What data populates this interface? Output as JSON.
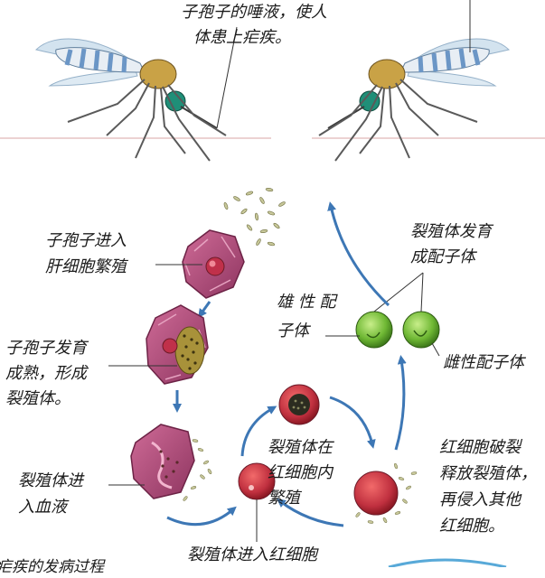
{
  "labels": {
    "saliva_line1": "子孢子的唾液，使人",
    "saliva_line2": "体患上疟疾。",
    "sporozoite_liver_line1": "子孢子进入",
    "sporozoite_liver_line2": "肝细胞繁殖",
    "mature_line1": "子孢子发育",
    "mature_line2": "成熟，形成",
    "mature_line3": "裂殖体。",
    "blood_line1": "裂殖体进",
    "blood_line2": "入血液",
    "develop_line1": "裂殖体发育",
    "develop_line2": "成配子体",
    "male_line1": "雄 性 配",
    "male_line2": "子体",
    "female": "雌性配子体",
    "inside_rbc_line1": "裂殖体在",
    "inside_rbc_line2": "红细胞内",
    "inside_rbc_line3": "繁殖",
    "burst_line1": "红细胞破裂",
    "burst_line2": "释放裂殖体，",
    "burst_line3": "再侵入其他",
    "burst_line4": "红细胞。",
    "enter_rbc": "裂殖体进入红细胞",
    "cut_caption": "疟疾的发病过程"
  },
  "colors": {
    "arrow": "#3d77b5",
    "liver_cell": "#b54d7a",
    "rbc": "#c0303f",
    "gametocyte": "#6fb834",
    "mosquito_stripe": "#6b96c6",
    "mosquito_head": "#1f8f78"
  }
}
